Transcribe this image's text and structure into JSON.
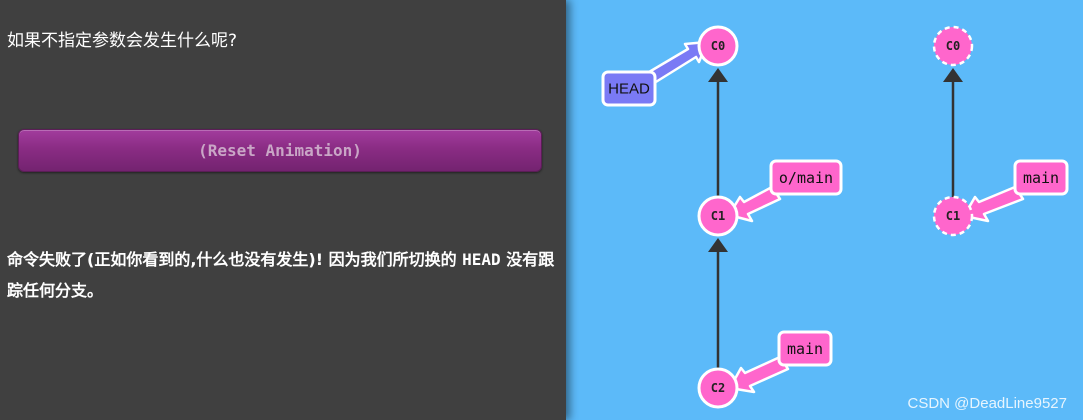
{
  "left": {
    "question": "如果不指定参数会发生什么呢?",
    "reset_button": "(Reset Animation)",
    "explanation_part1": "命令失败了(正如你看到的,什么也没有发生)! 因为我们所切换的 ",
    "explanation_code": "HEAD",
    "explanation_part2": " 没有跟踪任何分支。"
  },
  "local_repo": {
    "commits": [
      {
        "id": "C0"
      },
      {
        "id": "C1"
      },
      {
        "id": "C2"
      }
    ],
    "head_label": "HEAD",
    "branches": [
      {
        "name": "o/main",
        "target": "C1"
      },
      {
        "name": "main",
        "target": "C2"
      }
    ]
  },
  "remote_repo": {
    "commits": [
      {
        "id": "C0"
      },
      {
        "id": "C1"
      }
    ],
    "branches": [
      {
        "name": "main",
        "target": "C1"
      }
    ]
  },
  "colors": {
    "background": "#5cbaf9",
    "commit": "#ff66cc",
    "head": "#7a7af5",
    "panel": "#404040",
    "button": "#8a2c84"
  },
  "watermark": "CSDN @DeadLine9527"
}
